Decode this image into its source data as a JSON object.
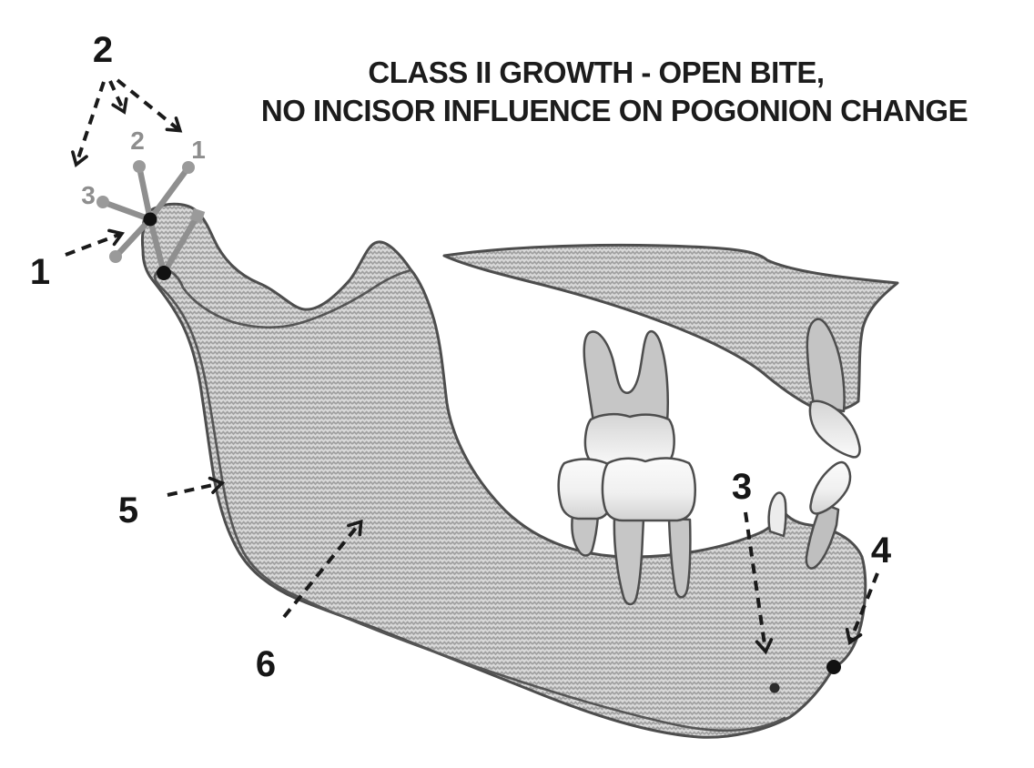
{
  "title": {
    "line1": "CLASS II  GROWTH - OPEN BITE,",
    "line2": "NO INCISOR INFLUENCE ON POGONION CHANGE"
  },
  "callouts": [
    {
      "text": "1"
    },
    {
      "text": "2"
    },
    {
      "text": "3"
    },
    {
      "text": "4"
    },
    {
      "text": "5"
    },
    {
      "text": "6"
    }
  ],
  "growth_vectors": [
    {
      "text": "1"
    },
    {
      "text": "2"
    },
    {
      "text": "3"
    }
  ],
  "colors": {
    "background": "#ffffff",
    "bone_pattern_base": "#d9d9d9",
    "bone_pattern_wave": "#a0a0a0",
    "bone_outline": "#4d4d4d",
    "vector_gray": "#8f8f8f",
    "landmark_black": "#111111",
    "label_black": "#161616",
    "vector_label_gray": "#8e8e8e",
    "tooth_root": "#c6c6c6",
    "tooth_crown_light": "#fbfbfb"
  }
}
